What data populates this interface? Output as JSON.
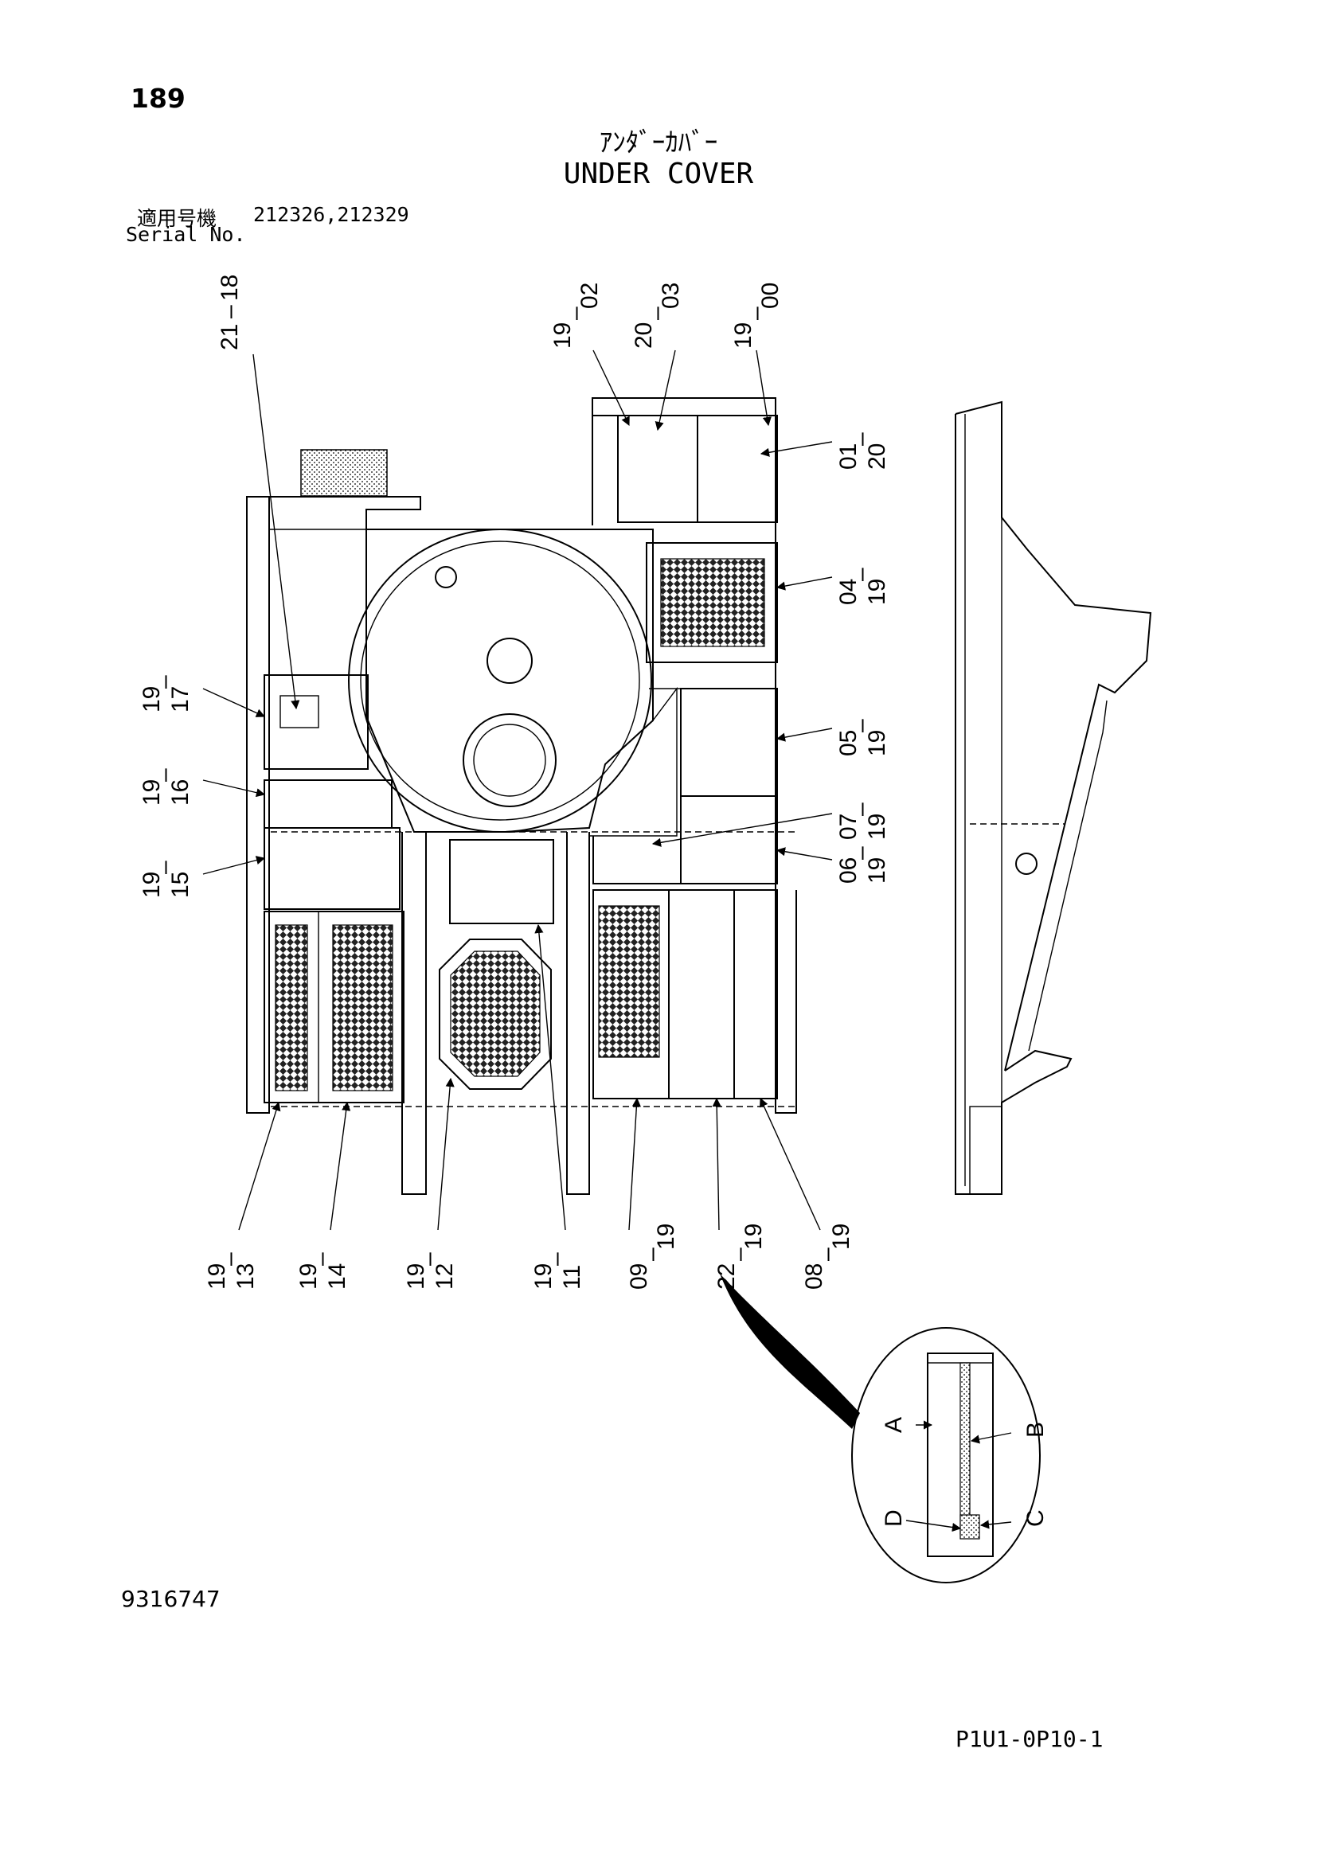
{
  "header": {
    "page_number": "189",
    "title_jp": "ｱﾝﾀﾞｰｶﾊﾞｰ",
    "title_en": "UNDER COVER",
    "serial_label_jp": "適用号機",
    "serial_values": "212326,212329",
    "serial_label_en": "Serial No."
  },
  "callouts": [
    {
      "id": "c-21-18",
      "line1": "21",
      "line2": "18"
    },
    {
      "id": "c-19-02",
      "line1": "19",
      "line2": "02"
    },
    {
      "id": "c-20-03",
      "line1": "20",
      "line2": "03"
    },
    {
      "id": "c-19-00",
      "line1": "19",
      "line2": "00"
    },
    {
      "id": "c-01-20",
      "line1": "01",
      "line2": "20"
    },
    {
      "id": "c-04-19",
      "line1": "04",
      "line2": "19"
    },
    {
      "id": "c-19-17",
      "line1": "19",
      "line2": "17"
    },
    {
      "id": "c-05-19",
      "line1": "05",
      "line2": "19"
    },
    {
      "id": "c-19-16",
      "line1": "19",
      "line2": "16"
    },
    {
      "id": "c-07-19",
      "line1": "07",
      "line2": "19"
    },
    {
      "id": "c-06-19",
      "line1": "06",
      "line2": "19"
    },
    {
      "id": "c-19-15",
      "line1": "19",
      "line2": "15"
    },
    {
      "id": "c-19-13",
      "line1": "19",
      "line2": "13"
    },
    {
      "id": "c-19-14",
      "line1": "19",
      "line2": "14"
    },
    {
      "id": "c-19-12",
      "line1": "19",
      "line2": "12"
    },
    {
      "id": "c-19-11",
      "line1": "19",
      "line2": "11"
    },
    {
      "id": "c-09-19",
      "line1": "09",
      "line2": "19"
    },
    {
      "id": "c-22-19",
      "line1": "22",
      "line2": "19"
    },
    {
      "id": "c-08-19",
      "line1": "08",
      "line2": "19"
    }
  ],
  "detail": {
    "label_a": "A",
    "label_b": "B",
    "label_c": "C",
    "label_d": "D"
  },
  "footer": {
    "doc_number": "9316747",
    "page_code": "P1U1-0P10-1"
  }
}
